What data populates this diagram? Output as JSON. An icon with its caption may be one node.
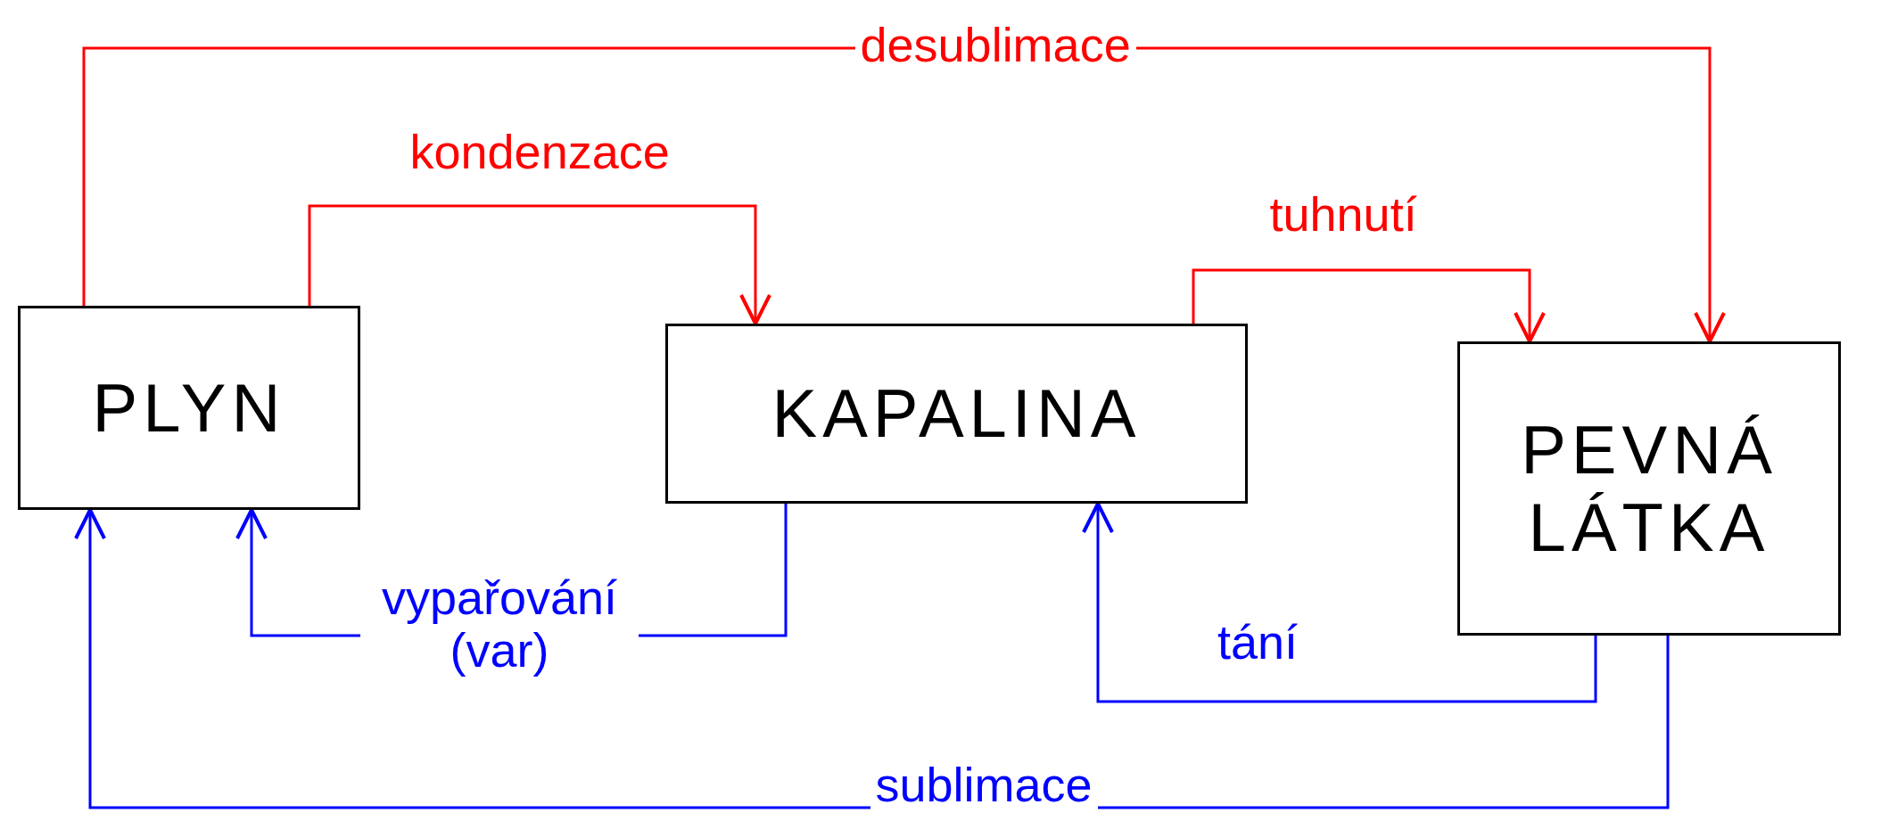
{
  "diagram": {
    "nodes": [
      {
        "text": [
          "PLYN"
        ]
      },
      {
        "text": [
          "KAPALINA"
        ]
      },
      {
        "text": [
          "PEVNÁ LÁTKA"
        ]
      }
    ],
    "edges": [
      {
        "from": 0,
        "to": 2,
        "arrow": "to",
        "label": "desublimace",
        "color": "#ff0000"
      },
      {
        "from": 0,
        "to": 1,
        "arrow": "to",
        "label": "kondenzace",
        "color": "#ff0000"
      },
      {
        "from": 1,
        "to": 2,
        "arrow": "to",
        "label": "tuhnutí",
        "color": "#ff0000"
      },
      {
        "from": 1,
        "to": 0,
        "arrow": "to",
        "label": "vypařování (var)",
        "color": "#0000ff"
      },
      {
        "from": 2,
        "to": 1,
        "arrow": "to",
        "label": "tání",
        "color": "#0000ff"
      },
      {
        "from": 2,
        "to": 0,
        "arrow": "to",
        "label": "sublimace",
        "color": "#0000ff"
      }
    ]
  }
}
